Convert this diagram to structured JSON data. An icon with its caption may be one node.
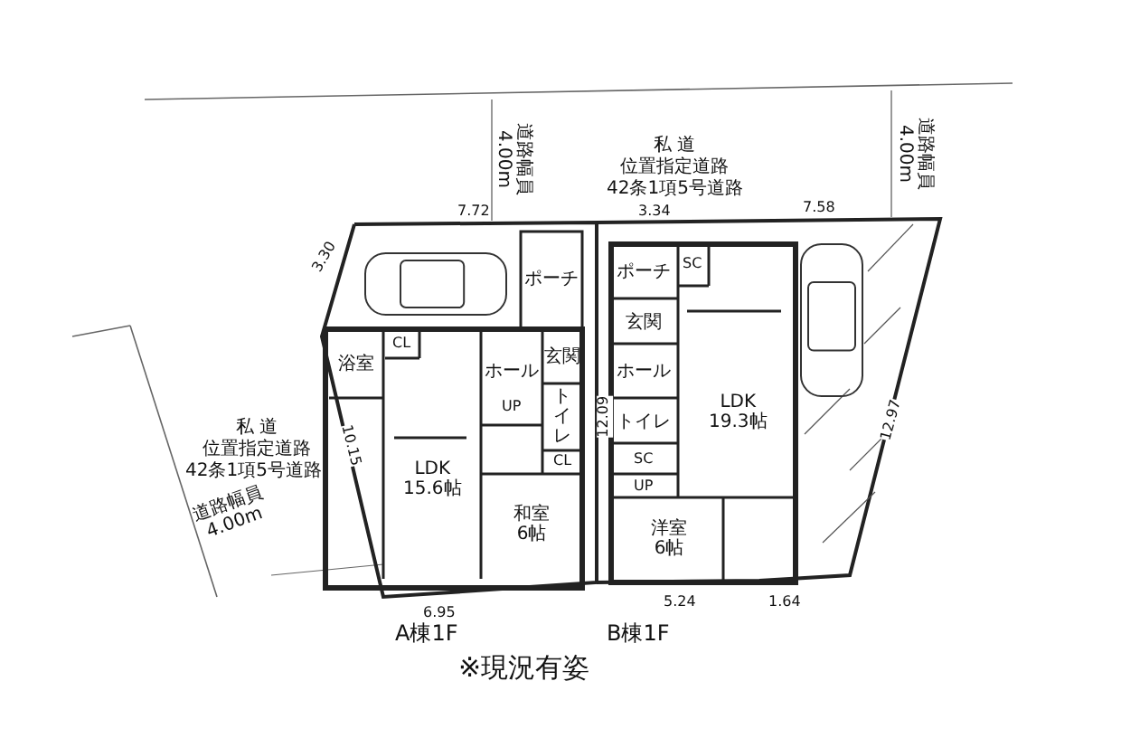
{
  "diagram": {
    "labels": [
      "道路幅員 4.00m",
      "私 道",
      "位置指定道路",
      "42条1項5号道路",
      "道路幅員 4.00m",
      "7.72",
      "3.34",
      "7.58",
      "3.30",
      "ポーチ",
      "SC",
      "ポーチ",
      "私 道",
      "位置指定道路",
      "42条1項5号道路",
      "道路幅員 4.00m",
      "10.15",
      "12.09",
      "12.97",
      "浴室",
      "CL",
      "ホール",
      "玄関",
      "UP",
      "トイレ",
      "CL",
      "LDK 15.6帖",
      "和室 6帖",
      "玄関",
      "ホール",
      "トイレ",
      "SC",
      "UP",
      "LDK 19.3帖",
      "洋室 6帖",
      "6.95",
      "5.24",
      "1.64",
      "A棟1F",
      "B棟1F",
      "※現況有姿"
    ]
  }
}
